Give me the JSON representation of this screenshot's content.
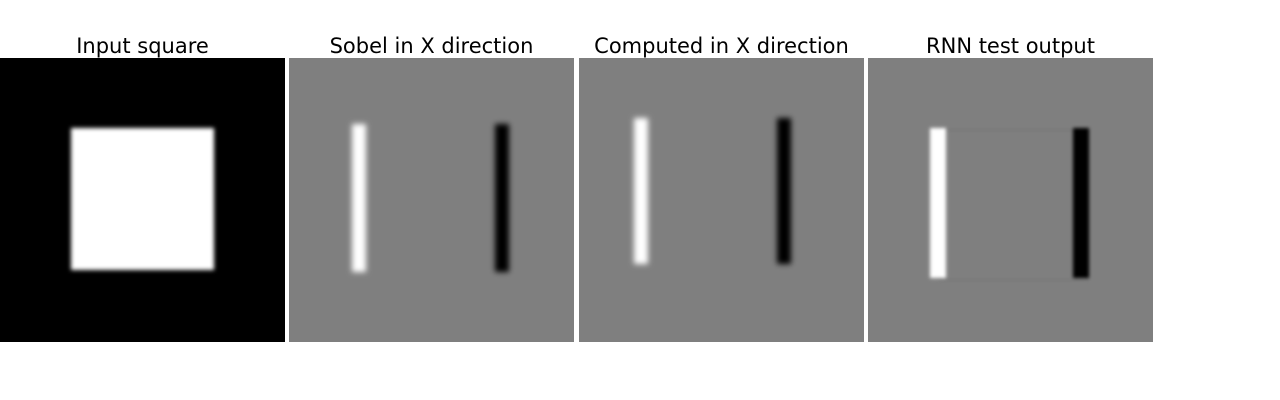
{
  "figure": {
    "panels": [
      {
        "title": "Input square",
        "kind": "input"
      },
      {
        "title": "Sobel in X direction",
        "kind": "sobel"
      },
      {
        "title": "Computed in X direction",
        "kind": "computed"
      },
      {
        "title": "RNN test output",
        "kind": "rnn"
      }
    ],
    "colors": {
      "black": "#000000",
      "white": "#ffffff",
      "gray": "#7f7f7f"
    }
  }
}
